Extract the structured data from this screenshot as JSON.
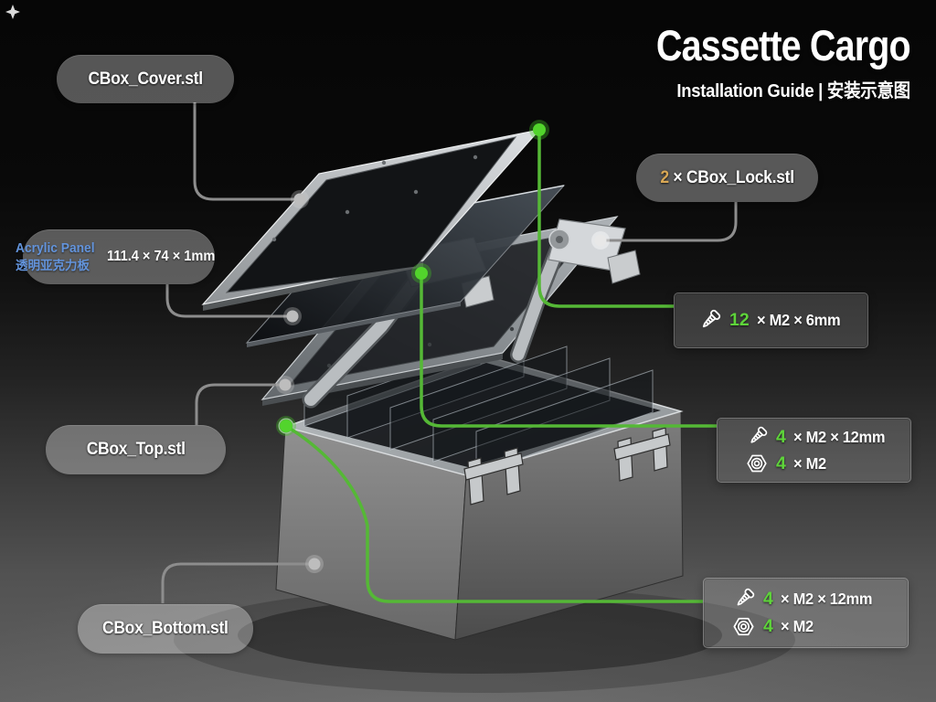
{
  "title": "Cassette Cargo",
  "subtitle": "Installation Guide | 安装示意图",
  "parts": {
    "cover": {
      "label": "CBox_Cover.stl"
    },
    "acrylic": {
      "name_en": "Acrylic Panel",
      "name_zh": "透明亚克力板",
      "dims": "111.4 × 74 × 1mm"
    },
    "lock": {
      "qty": "2",
      "label": "× CBox_Lock.stl"
    },
    "top": {
      "label": "CBox_Top.stl"
    },
    "bottom": {
      "label": "CBox_Bottom.stl"
    }
  },
  "hardware": {
    "lid_screws": {
      "rows": [
        {
          "icon": "screw-icon",
          "qty": "12",
          "spec": "× M2 × 6mm"
        }
      ]
    },
    "hinge_screws": {
      "rows": [
        {
          "icon": "screw-icon",
          "qty": "4",
          "spec": "× M2 × 12mm"
        },
        {
          "icon": "nut-icon",
          "qty": "4",
          "spec": "× M2"
        }
      ]
    },
    "base_screws": {
      "rows": [
        {
          "icon": "screw-icon",
          "qty": "4",
          "spec": "× M2 × 12mm"
        },
        {
          "icon": "nut-icon",
          "qty": "4",
          "spec": "× M2"
        }
      ]
    }
  },
  "colors": {
    "accent_green": "#5ed43a",
    "accent_gold": "#d9a855",
    "accent_blue": "#6394dc",
    "line_green": "#55b836",
    "line_gray": "#8d8d8d"
  }
}
